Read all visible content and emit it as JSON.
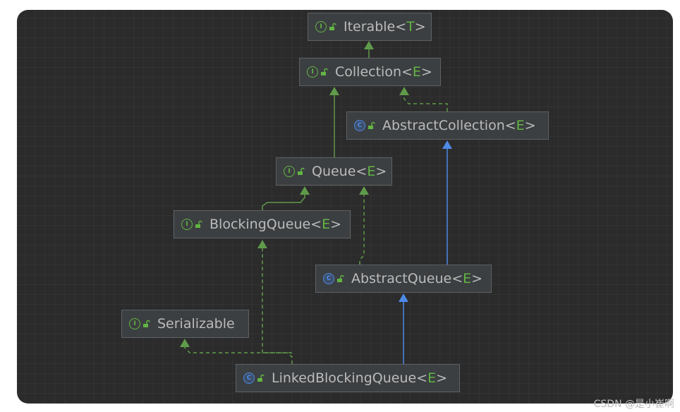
{
  "nodes": {
    "iterable": {
      "name": "Iterable",
      "type_param": "T",
      "kind": "interface",
      "kind_letter": "I"
    },
    "collection": {
      "name": "Collection",
      "type_param": "E",
      "kind": "interface",
      "kind_letter": "I"
    },
    "abstract_collection": {
      "name": "AbstractCollection ",
      "type_param": "E",
      "kind": "class",
      "kind_letter": "C"
    },
    "queue": {
      "name": "Queue",
      "type_param": "E",
      "kind": "interface",
      "kind_letter": "I"
    },
    "blocking_queue": {
      "name": "BlockingQueue ",
      "type_param": "E",
      "kind": "interface",
      "kind_letter": "I"
    },
    "abstract_queue": {
      "name": "AbstractQueue ",
      "type_param": "E",
      "kind": "class",
      "kind_letter": "C"
    },
    "serializable": {
      "name": "Serializable",
      "type_param": "",
      "kind": "interface",
      "kind_letter": "I"
    },
    "linked_blocking_queue": {
      "name": "LinkedBlockingQueue ",
      "type_param": "E",
      "kind": "class",
      "kind_letter": "C"
    }
  },
  "watermark": "CSDN @是小崔啊",
  "colors": {
    "interface_extends": "#5f9b4a",
    "implements_dashed": "#5f9b4a",
    "class_extends": "#4d8ae6"
  }
}
